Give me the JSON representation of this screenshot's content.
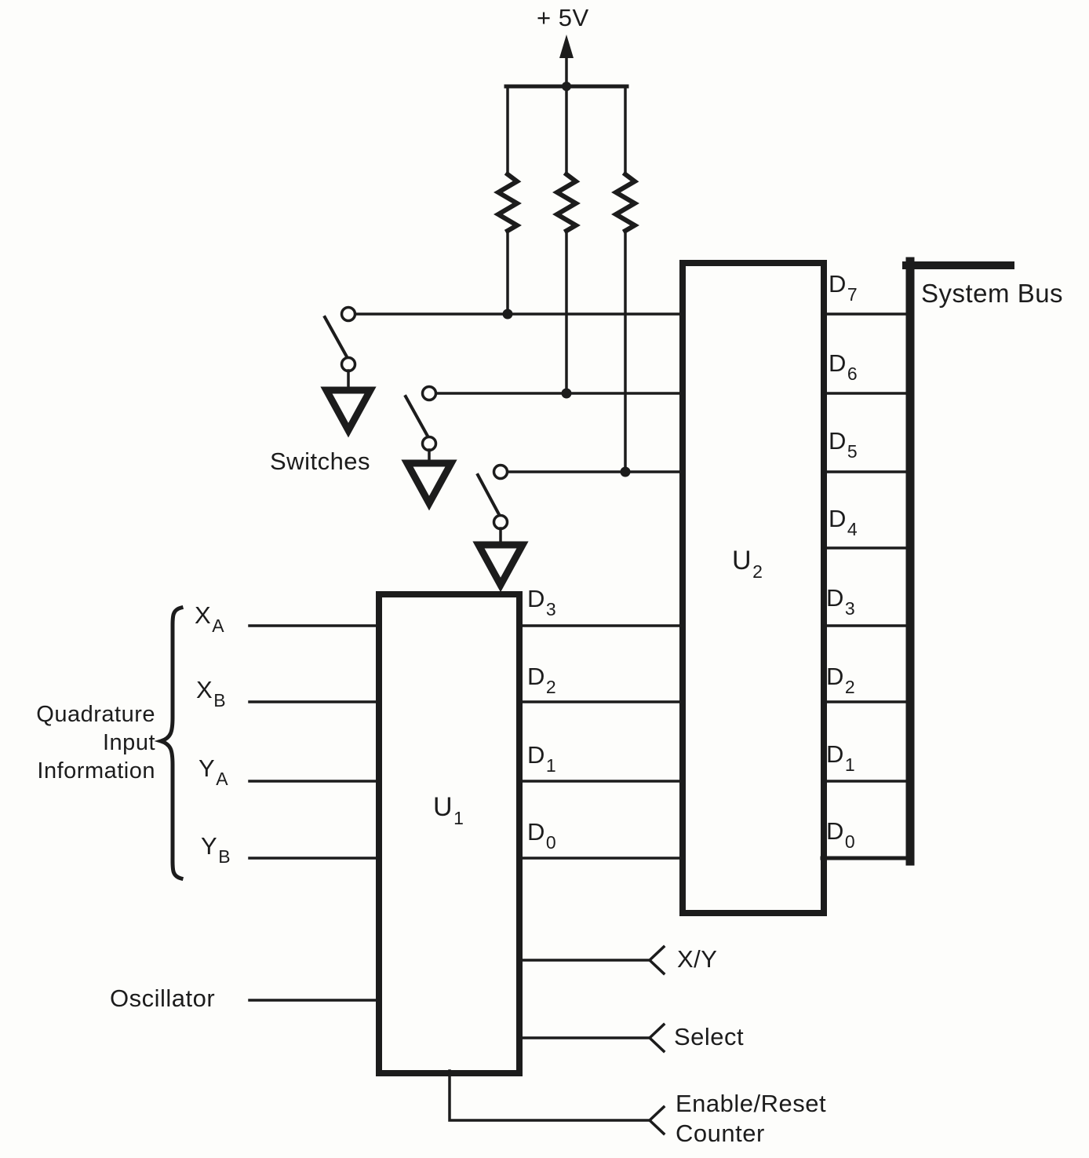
{
  "colors": {
    "ink": "#1c1c1c",
    "paper": "#fdfdfb"
  },
  "power": {
    "label": "+ 5V"
  },
  "switches_label": "Switches",
  "quadrature_label": {
    "line1": "Quadrature",
    "line2": "Input",
    "line3": "Information"
  },
  "inputs": [
    {
      "main": "X",
      "sub": "A"
    },
    {
      "main": "X",
      "sub": "B"
    },
    {
      "main": "Y",
      "sub": "A"
    },
    {
      "main": "Y",
      "sub": "B"
    }
  ],
  "oscillator_label": "Oscillator",
  "u1": {
    "main": "U",
    "sub": "1"
  },
  "u2": {
    "main": "U",
    "sub": "2"
  },
  "u1_outputs": [
    {
      "main": "D",
      "sub": "3"
    },
    {
      "main": "D",
      "sub": "2"
    },
    {
      "main": "D",
      "sub": "1"
    },
    {
      "main": "D",
      "sub": "0"
    }
  ],
  "u2_outputs": [
    {
      "main": "D",
      "sub": "7"
    },
    {
      "main": "D",
      "sub": "6"
    },
    {
      "main": "D",
      "sub": "5"
    },
    {
      "main": "D",
      "sub": "4"
    },
    {
      "main": "D",
      "sub": "3"
    },
    {
      "main": "D",
      "sub": "2"
    },
    {
      "main": "D",
      "sub": "1"
    },
    {
      "main": "D",
      "sub": "0"
    }
  ],
  "system_bus_label": "System Bus",
  "controls": [
    {
      "label": "X/Y"
    },
    {
      "label": "Select"
    },
    {
      "label": "Enable/Reset",
      "label2": "Counter"
    }
  ]
}
